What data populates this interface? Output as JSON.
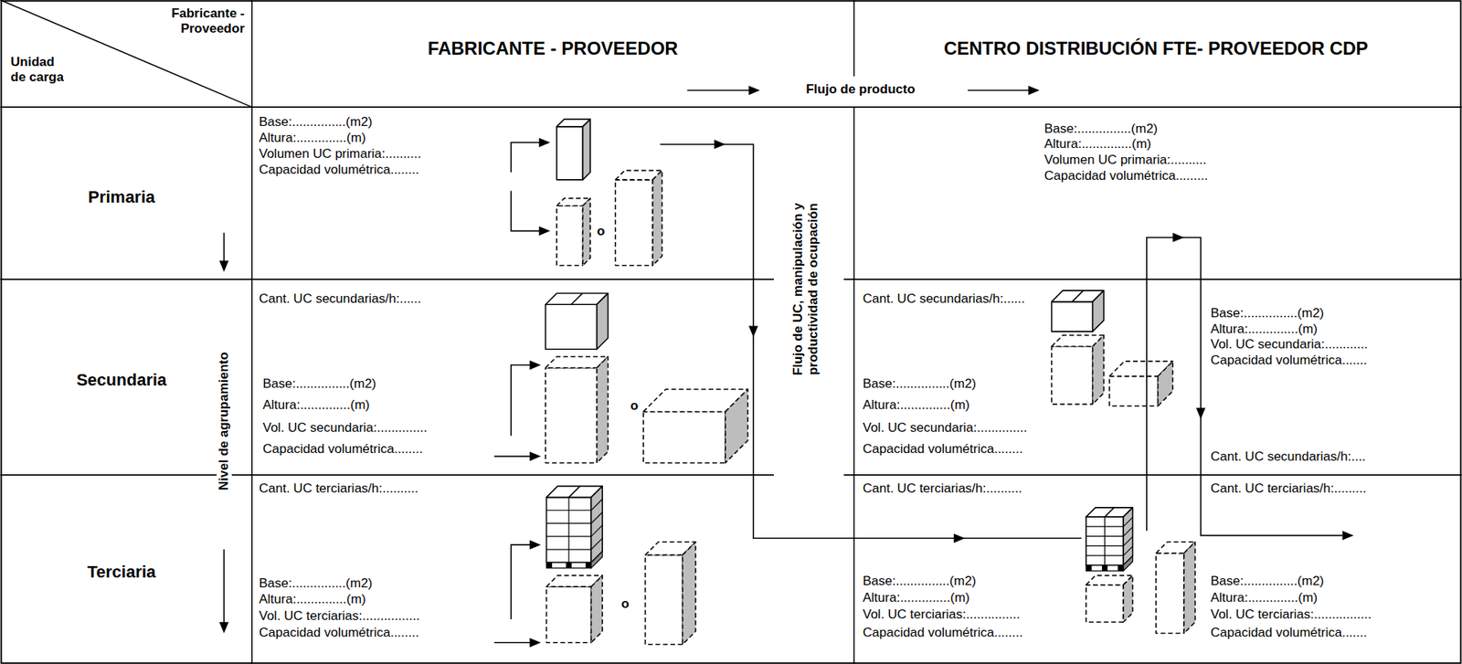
{
  "diagram": {
    "labels": [
      "Fabricante - Proveedor",
      "Unidad de carga",
      "FABRICANTE - PROVEEDOR",
      "CENTRO DISTRIBUCIÓN FTE- PROVEEDOR CDP",
      "Flujo de producto",
      "Primaria",
      "Secundaria",
      "Terciaria",
      "Nivel de agrupamiento",
      "Flujo de UC, manipulación y productividad de ocupación",
      "Base:...............(m2)",
      "Altura:..............(m)",
      "Volumen UC primaria:..........",
      "Capacidad volumétrica........",
      "o",
      "Cant. UC secundarias/h:......",
      "Base:...............(m2)",
      "Altura:..............(m)",
      "Vol. UC secundaria:..............",
      "Capacidad volumétrica........",
      "o",
      "Cant. UC terciarias/h:..........",
      "Base:...............(m2)",
      "Altura:..............(m)",
      "Vol. UC terciarias:................",
      "Capacidad volumétrica........",
      "o",
      "Base:...............(m2)",
      "Altura:..............(m)",
      "Volumen UC primaria:..........",
      "Capacidad volumétrica.........",
      "Cant. UC secundarias/h:......",
      "Base:...............(m2)",
      "Altura:..............(m)",
      "Vol. UC secundaria:..............",
      "Capacidad volumétrica........",
      "Base:...............(m2)",
      "Altura:..............(m)",
      "Vol. UC secundaria:............",
      "Capacidad volumétrica.......",
      "Cant. UC secundarias/h:....",
      "Cant. UC terciarias/h:..........",
      "Base:...............(m2)",
      "Altura:..............(m)",
      "Vol. UC terciarias:...............",
      "Capacidad volumétrica........",
      "Cant. UC terciarias/h:.........",
      "Base:...............(m2)",
      "Altura:..............(m)",
      "Vol. UC terciarias:................",
      "Capacidad volumétrica......."
    ]
  }
}
